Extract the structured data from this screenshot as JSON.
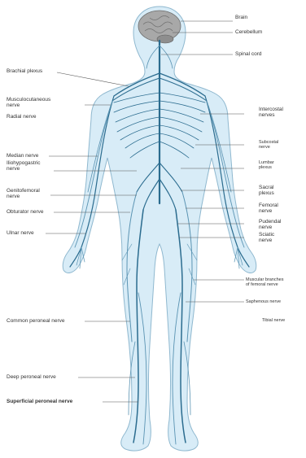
{
  "colors": {
    "body_fill": "#d8ecf7",
    "body_outline": "#8fb8cf",
    "nerve": "#2b6c8f",
    "nerve_light": "#5b94b3",
    "brain": "#a8a8a8",
    "leader": "#555555"
  },
  "labels_right": {
    "brain": "Brain",
    "cerebellum": "Cerebellum",
    "spinal_cord": "Spinal cord",
    "intercostal": "Intercostal\nnerves",
    "subcostal": "Subcostal\nnerve",
    "lumbar_plexus": "Lumbar\nplexus",
    "sacral_plexus": "Sacral\nplexus",
    "femoral": "Femoral\nnerve",
    "pudendal": "Pudendal\nnerve",
    "sciatic": "Sciatic\nnerve",
    "muscular_branches": "Muscular branches\nof femoral nerve",
    "saphenous": "Saphenous nerve",
    "tibial": "Tibial nerve"
  },
  "labels_left": {
    "brachial_plexus": "Brachial plexus",
    "musculocutaneous": "Musculocutaneous\nnerve",
    "radial": "Radial nerve",
    "median": "Median nerve",
    "iliohypogastric": "Iliohypogastric\nnerve",
    "genitofemoral": "Genitofemoral\nnerve",
    "obturator": "Obturator nerve",
    "ulnar": "Ulnar nerve",
    "common_peroneal": "Common peroneal nerve",
    "deep_peroneal": "Deep peroneal nerve",
    "superficial_peroneal": "Superficial peroneal nerve"
  }
}
